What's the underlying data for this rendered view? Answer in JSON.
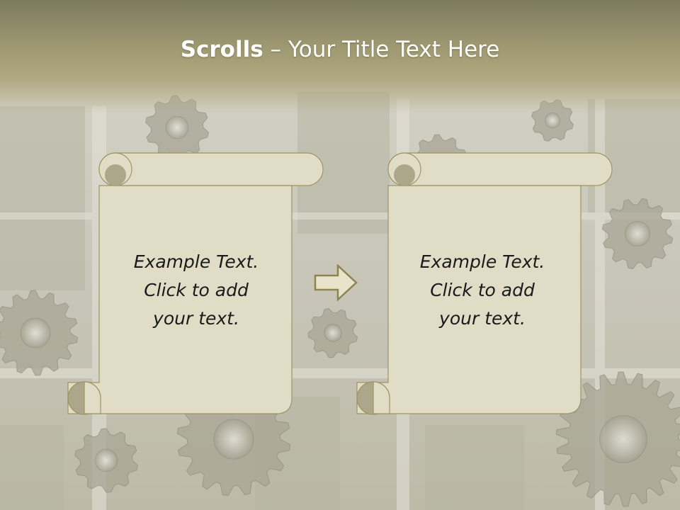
{
  "slide": {
    "title_bold": "Scrolls",
    "title_dash": " – ",
    "title_rest": "Your Title Text Here"
  },
  "colors": {
    "scroll_fill": "#e0dcc6",
    "scroll_outline": "#9d9564",
    "scroll_curl": "#aca68a",
    "arrow_fill": "#e8e4cc",
    "arrow_outline": "#8c8552"
  },
  "scrolls": [
    {
      "lines": [
        "Example  Text.",
        "Click  to add",
        "your text."
      ]
    },
    {
      "lines": [
        "Example  Text.",
        "Click  to add",
        "your text."
      ]
    }
  ],
  "arrow_icon": "right-arrow-icon"
}
